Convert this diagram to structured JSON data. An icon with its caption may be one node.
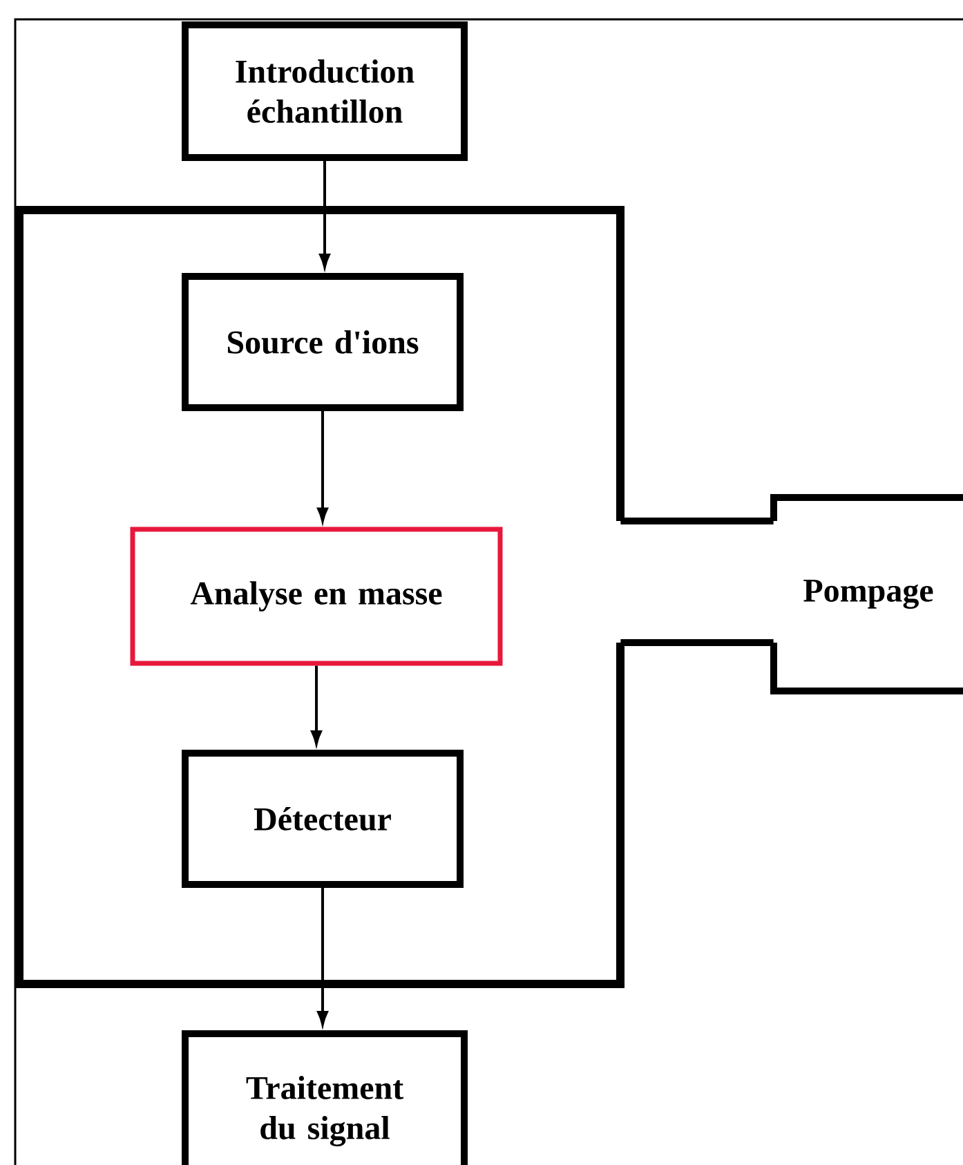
{
  "diagram": {
    "nodes": [
      {
        "text": [
          "Introduction échantillon"
        ]
      },
      {
        "text": [],
        "shape": "box"
      },
      {
        "text": [
          "Source d'ions"
        ],
        "in": 1
      },
      {
        "text": [
          "Analyse en masse"
        ],
        "in": 1
      },
      {
        "text": [
          "Détecteur"
        ],
        "in": 1
      },
      {
        "text": [
          "Pompage"
        ]
      },
      {
        "text": [
          "Traitement du signal"
        ]
      }
    ],
    "edges": [
      {
        "from": 0,
        "to": 2,
        "arrow": "to"
      },
      {
        "from": 2,
        "to": 3,
        "arrow": "to"
      },
      {
        "from": 3,
        "to": 4,
        "arrow": "to"
      },
      {
        "from": 1,
        "to": 5,
        "arrow": "none",
        "style": "thick"
      },
      {
        "from": 4,
        "to": 6,
        "arrow": "to"
      }
    ]
  }
}
